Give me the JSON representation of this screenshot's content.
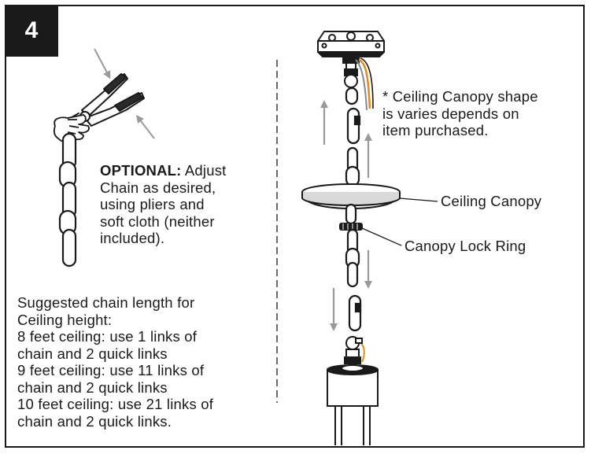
{
  "step": {
    "number": "4"
  },
  "optional_note": {
    "lead": "OPTIONAL:",
    "lines": [
      "Adjust",
      "Chain as desired,",
      "using pliers and",
      "soft cloth (neither",
      "included)."
    ]
  },
  "chain_lengths": {
    "lines": [
      "Suggested chain length for",
      "Ceiling height:",
      "8 feet ceiling: use 1 links of",
      "chain and 2 quick links",
      "9 feet ceiling: use 11 links of",
      "chain and 2 quick links",
      "10 feet ceiling: use 21 links of",
      "chain and 2 quick links."
    ]
  },
  "canopy_note": {
    "lines": [
      "* Ceiling Canopy shape",
      "is varies depends on",
      "item purchased."
    ]
  },
  "labels": {
    "ceiling_canopy": "Ceiling Canopy",
    "canopy_lock_ring": "Canopy Lock Ring"
  },
  "colors": {
    "ink": "#1a1a1a",
    "arrow_gray": "#9a9a9a",
    "wire_orange": "#e08a1e",
    "canopy_fill": "#d9d9d9"
  },
  "icons": [
    "pliers-icon",
    "hand-icon",
    "chain-icon",
    "junction-box-icon",
    "quick-link-icon",
    "canopy-icon",
    "lock-ring-icon",
    "fixture-icon",
    "arrow-up-icon",
    "arrow-down-icon"
  ]
}
